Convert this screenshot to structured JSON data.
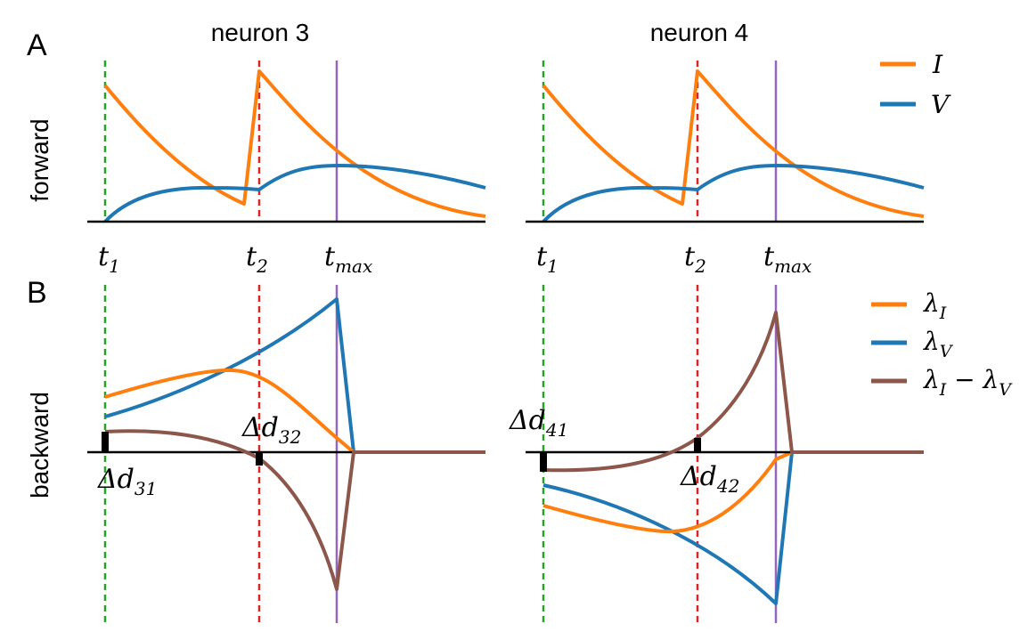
{
  "panels": {
    "A": {
      "letter": "A",
      "row_label": "forward"
    },
    "B": {
      "letter": "B",
      "row_label": "backward"
    }
  },
  "columns": [
    {
      "title": "neuron 3"
    },
    {
      "title": "neuron 4"
    }
  ],
  "time_markers": {
    "t1": {
      "base": "t",
      "sub": "1"
    },
    "t2": {
      "base": "t",
      "sub": "2"
    },
    "tmax": {
      "base": "t",
      "sub": "max"
    }
  },
  "delta_labels": {
    "d31": {
      "base": "Δd",
      "sub": "31"
    },
    "d32": {
      "base": "Δd",
      "sub": "32"
    },
    "d41": {
      "base": "Δd",
      "sub": "41"
    },
    "d42": {
      "base": "Δd",
      "sub": "42"
    }
  },
  "legend_forward": [
    {
      "label": "I",
      "color": "#ff7f0e"
    },
    {
      "label": "V",
      "color": "#1f77b4"
    }
  ],
  "legend_backward": [
    {
      "base": "λ",
      "sub": "I",
      "color": "#ff7f0e"
    },
    {
      "base": "λ",
      "sub": "V",
      "color": "#1f77b4"
    },
    {
      "base": "λ",
      "sub": "I",
      "minus": " − λ",
      "sub2": "V",
      "color": "#8c564b"
    }
  ],
  "colors": {
    "current": "#ff7f0e",
    "voltage": "#1f77b4",
    "difference": "#8c564b",
    "t1_line": "#2ca02c",
    "t2_line": "#d62728",
    "tmax_line": "#9467bd",
    "axis": "#000000"
  }
}
